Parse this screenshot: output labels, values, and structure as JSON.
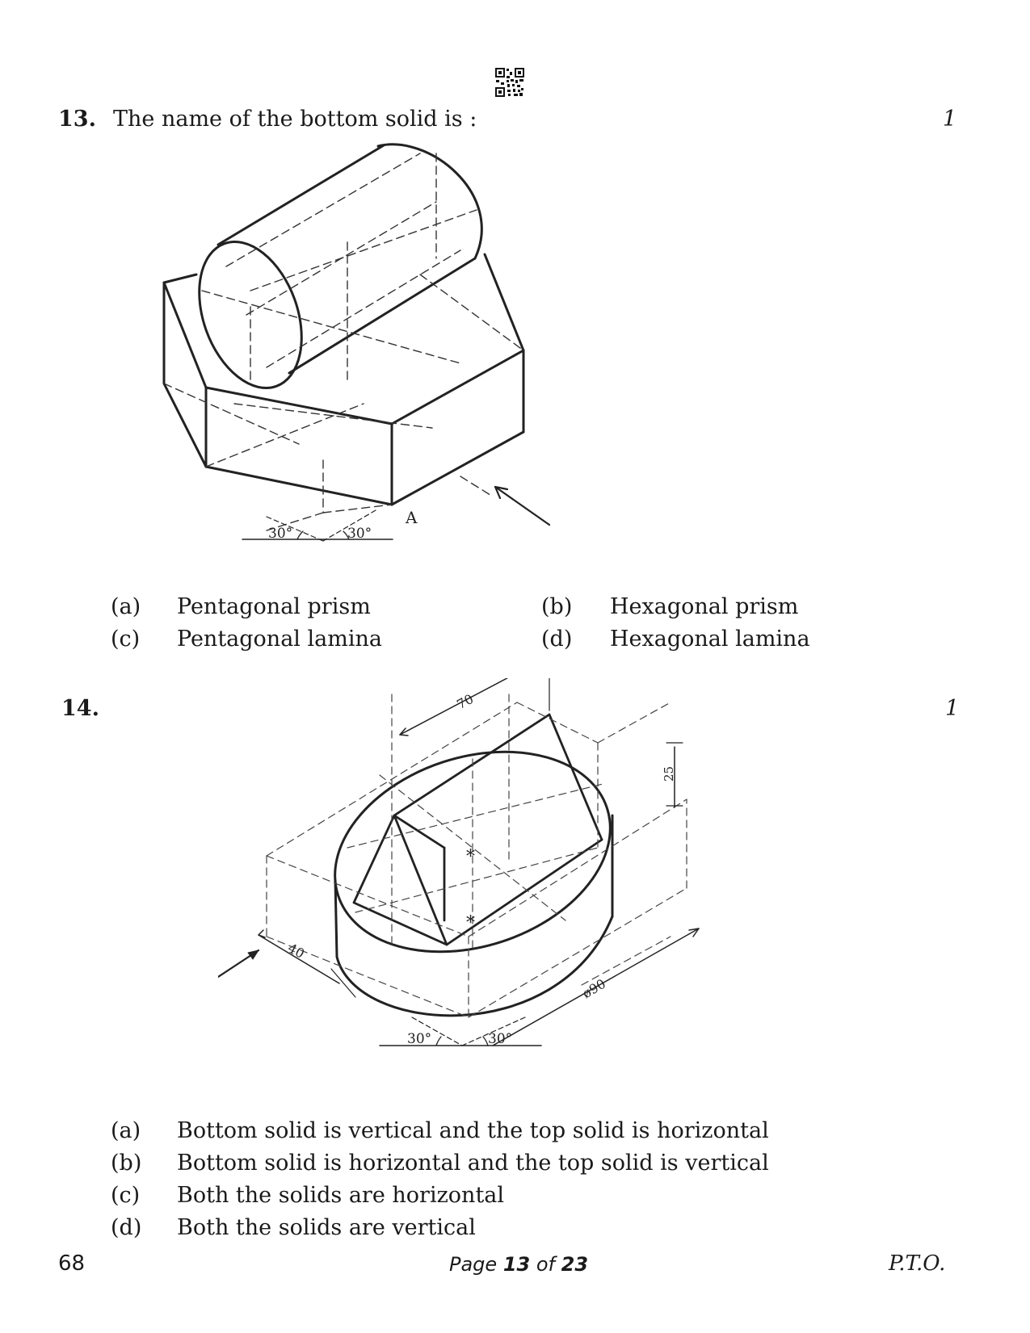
{
  "q13": {
    "number": "13.",
    "text": "The name of the bottom solid is :",
    "marks": "1",
    "figure": {
      "label_a": "A",
      "angle_left": "30°",
      "angle_right": "30°"
    },
    "options": [
      {
        "letter": "(a)",
        "text": "Pentagonal prism"
      },
      {
        "letter": "(b)",
        "text": "Hexagonal prism"
      },
      {
        "letter": "(c)",
        "text": "Pentagonal lamina"
      },
      {
        "letter": "(d)",
        "text": "Hexagonal lamina"
      }
    ]
  },
  "q14": {
    "number": "14.",
    "marks": "1",
    "figure": {
      "dim_length": "70",
      "dim_height": "25",
      "dim_side": "40",
      "dim_diameter": "ø90",
      "angle_left": "30°",
      "angle_right": "30°"
    },
    "options": [
      {
        "letter": "(a)",
        "text": "Bottom solid is vertical and the top solid is horizontal"
      },
      {
        "letter": "(b)",
        "text": "Bottom solid is horizontal and the top solid is vertical"
      },
      {
        "letter": "(c)",
        "text": "Both the solids are horizontal"
      },
      {
        "letter": "(d)",
        "text": "Both the solids are vertical"
      }
    ]
  },
  "footer": {
    "code": "68",
    "page_prefix": "Page",
    "page_current": "13",
    "page_of": "of",
    "page_total": "23",
    "pto": "P.T.O."
  }
}
